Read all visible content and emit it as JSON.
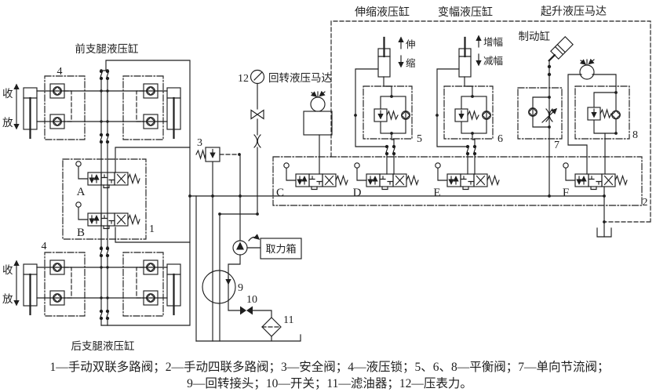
{
  "colors": {
    "ink": "#1f1f1f",
    "background": "#ffffff"
  },
  "labels": {
    "front_outrigger": "前支腿液压缸",
    "rear_outrigger": "后支腿液压缸",
    "telescope_cylinder": "伸缩液压缸",
    "luffing_cylinder": "变幅液压缸",
    "hoist_motor": "起升液压马达",
    "swing_motor": "回转液压马达",
    "brake_cylinder": "制动缸",
    "pto": "取力箱",
    "retract": "收",
    "lower": "放",
    "extend": "伸",
    "shrink": "缩",
    "amp_increase": "增幅",
    "amp_decrease": "减幅"
  },
  "part_numbers": {
    "n1": "1",
    "n2": "2",
    "n3": "3",
    "n4": "4",
    "n5": "5",
    "n6": "6",
    "n7": "7",
    "n8": "8",
    "n9": "9",
    "n10": "10",
    "n11": "11",
    "n12": "12"
  },
  "valve_letters": {
    "a": "A",
    "b": "B",
    "c": "C",
    "d": "D",
    "e": "E",
    "f": "F"
  },
  "caption": {
    "line1": "1—手动双联多路阀；2—手动四联多路阀；3—安全阀；4—液压锁；5、6、8—平衡阀；7—单向节流阀；",
    "line2": "9—回转接头；10—开关；11—滤油器；12—压表力。"
  }
}
